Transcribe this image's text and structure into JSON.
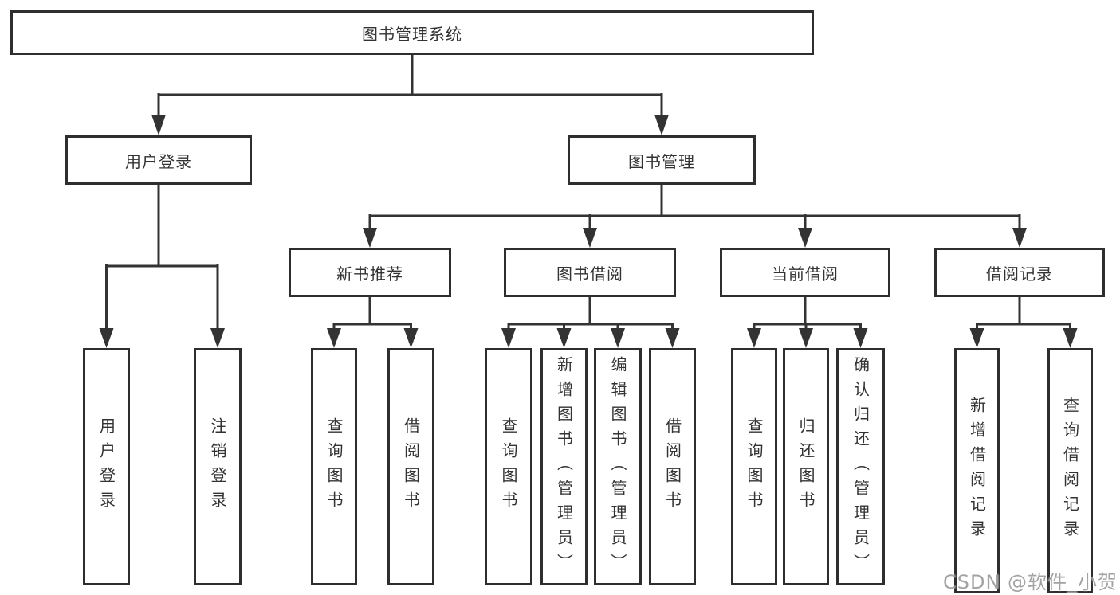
{
  "diagram_type": "hierarchy-tree",
  "tree": {
    "root": "图书管理系统",
    "branches": [
      {
        "label": "用户登录",
        "children": [
          "用户登录",
          "注销登录"
        ]
      },
      {
        "label": "图书管理",
        "groups": [
          {
            "label": "新书推荐",
            "children": [
              "查询图书",
              "借阅图书"
            ]
          },
          {
            "label": "图书借阅",
            "children": [
              "查询图书",
              "新增图书（管理员）",
              "编辑图书（管理员）",
              "借阅图书"
            ]
          },
          {
            "label": "当前借阅",
            "children": [
              "查询图书",
              "归还图书",
              "确认归还（管理员）"
            ]
          },
          {
            "label": "借阅记录",
            "children": [
              "新增借阅记录",
              "查询借阅记录"
            ]
          }
        ]
      }
    ]
  },
  "watermark": {
    "text": "CSDN @软件_小贺同学"
  },
  "colors": {
    "line": "#333333",
    "box_border": "#2e2e2e",
    "text": "#333333",
    "watermark": "#969696",
    "background": "#ffffff"
  }
}
